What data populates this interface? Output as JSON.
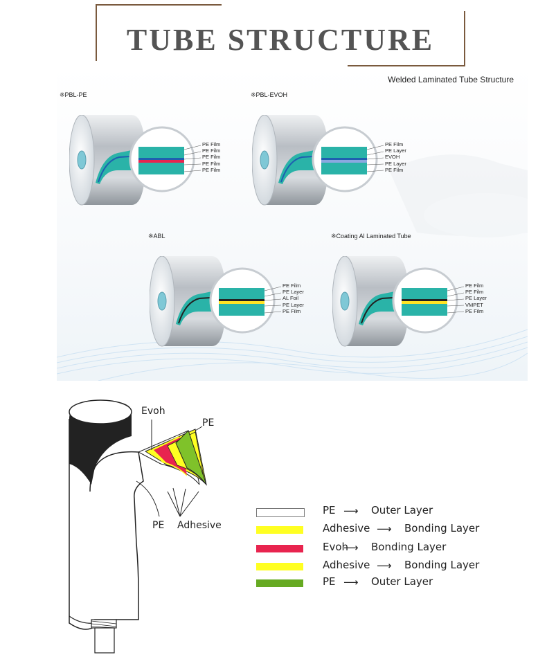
{
  "title": "TUBE  STRUCTURE",
  "panel_title": "Welded Laminated Tube Structure",
  "sections": [
    {
      "label": "※PBL-PE",
      "layers": [
        "PE Film",
        "PE Film",
        "PE Film",
        "PE Film",
        "PE Film"
      ]
    },
    {
      "label": "※PBL-EVOH",
      "layers": [
        "PE Film",
        "PE Layer",
        "EVOH",
        "PE Layer",
        "PE Film"
      ]
    },
    {
      "label": "※ABL",
      "layers": [
        "PE Film",
        "PE Layer",
        "AL Foil",
        "PE Layer",
        "PE Film"
      ]
    },
    {
      "label": "※Coating  Al Laminated Tube",
      "layers": [
        "PE Film",
        "PE Film",
        "PE Layer",
        "VMPET",
        "PE Film"
      ]
    }
  ],
  "tube_labels": {
    "evoh": "Evoh",
    "pe_top": "PE",
    "pe_bottom": "PE",
    "adhesive": "Adhesive"
  },
  "legend": [
    {
      "material": "PE",
      "function": "Outer Layer",
      "color": "#ffffff"
    },
    {
      "material": "Adhesive",
      "function": "Bonding Layer",
      "color": "#ffff22"
    },
    {
      "material": "Evoh",
      "function": "Bonding Layer",
      "color": "#e8244f"
    },
    {
      "material": "Adhesive",
      "function": "Bonding Layer",
      "color": "#ffff22"
    },
    {
      "material": "PE",
      "function": "Outer Layer",
      "color": "#66aa22"
    }
  ],
  "colors": {
    "teal": "#2ab3a8",
    "frame": "#7a5a3e",
    "title": "#545454"
  }
}
